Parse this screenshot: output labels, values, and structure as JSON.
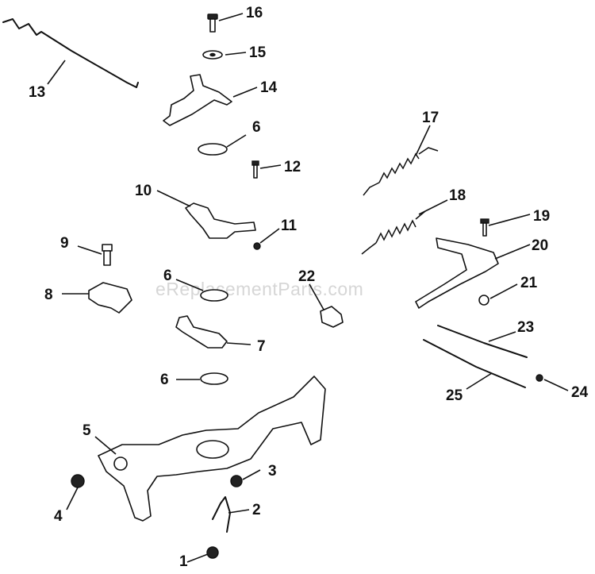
{
  "watermark": "eReplacementParts.com",
  "callouts": [
    "1",
    "2",
    "3",
    "4",
    "5",
    "6",
    "6",
    "6",
    "7",
    "8",
    "9",
    "10",
    "11",
    "12",
    "13",
    "14",
    "15",
    "16",
    "17",
    "18",
    "19",
    "20",
    "21",
    "22",
    "23",
    "24",
    "25"
  ]
}
